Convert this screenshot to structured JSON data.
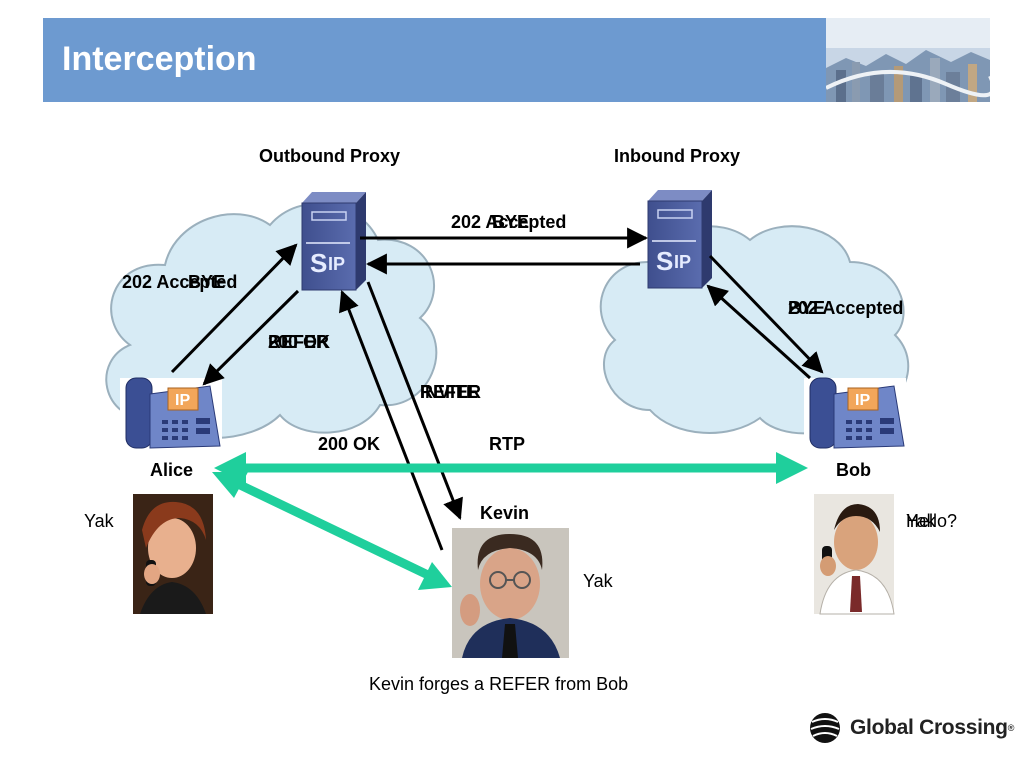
{
  "header": {
    "title": "Interception"
  },
  "nodes": {
    "outbound_proxy": "Outbound Proxy",
    "inbound_proxy": "Inbound Proxy",
    "alice": "Alice",
    "bob": "Bob",
    "kevin": "Kevin"
  },
  "messages": {
    "top_arrow": "202 Accepted",
    "top_arrow_overlap": "BYE",
    "alice_up": "202 Accepted",
    "alice_up_overlap": "BYE",
    "alice_down": "200 OK",
    "alice_down_overlap": "REFER",
    "bob_up": "202 Accepted",
    "bob_up_overlap": "BYE",
    "kevin": "REFER",
    "kevin_overlap": "INVITE",
    "ok_200": "200 OK",
    "rtp": "RTP"
  },
  "speech": {
    "alice": "Yak",
    "kevin": "Yak",
    "bob": "Hello?",
    "bob_overlap": "Yak"
  },
  "caption": "Kevin forges a REFER from Bob",
  "logo": {
    "name": "Global Crossing"
  },
  "colors": {
    "header": "#6d9ad0",
    "cloud": "#d7ebf5",
    "rtp": "#1fcf9c",
    "server": "#4c5c9a"
  }
}
